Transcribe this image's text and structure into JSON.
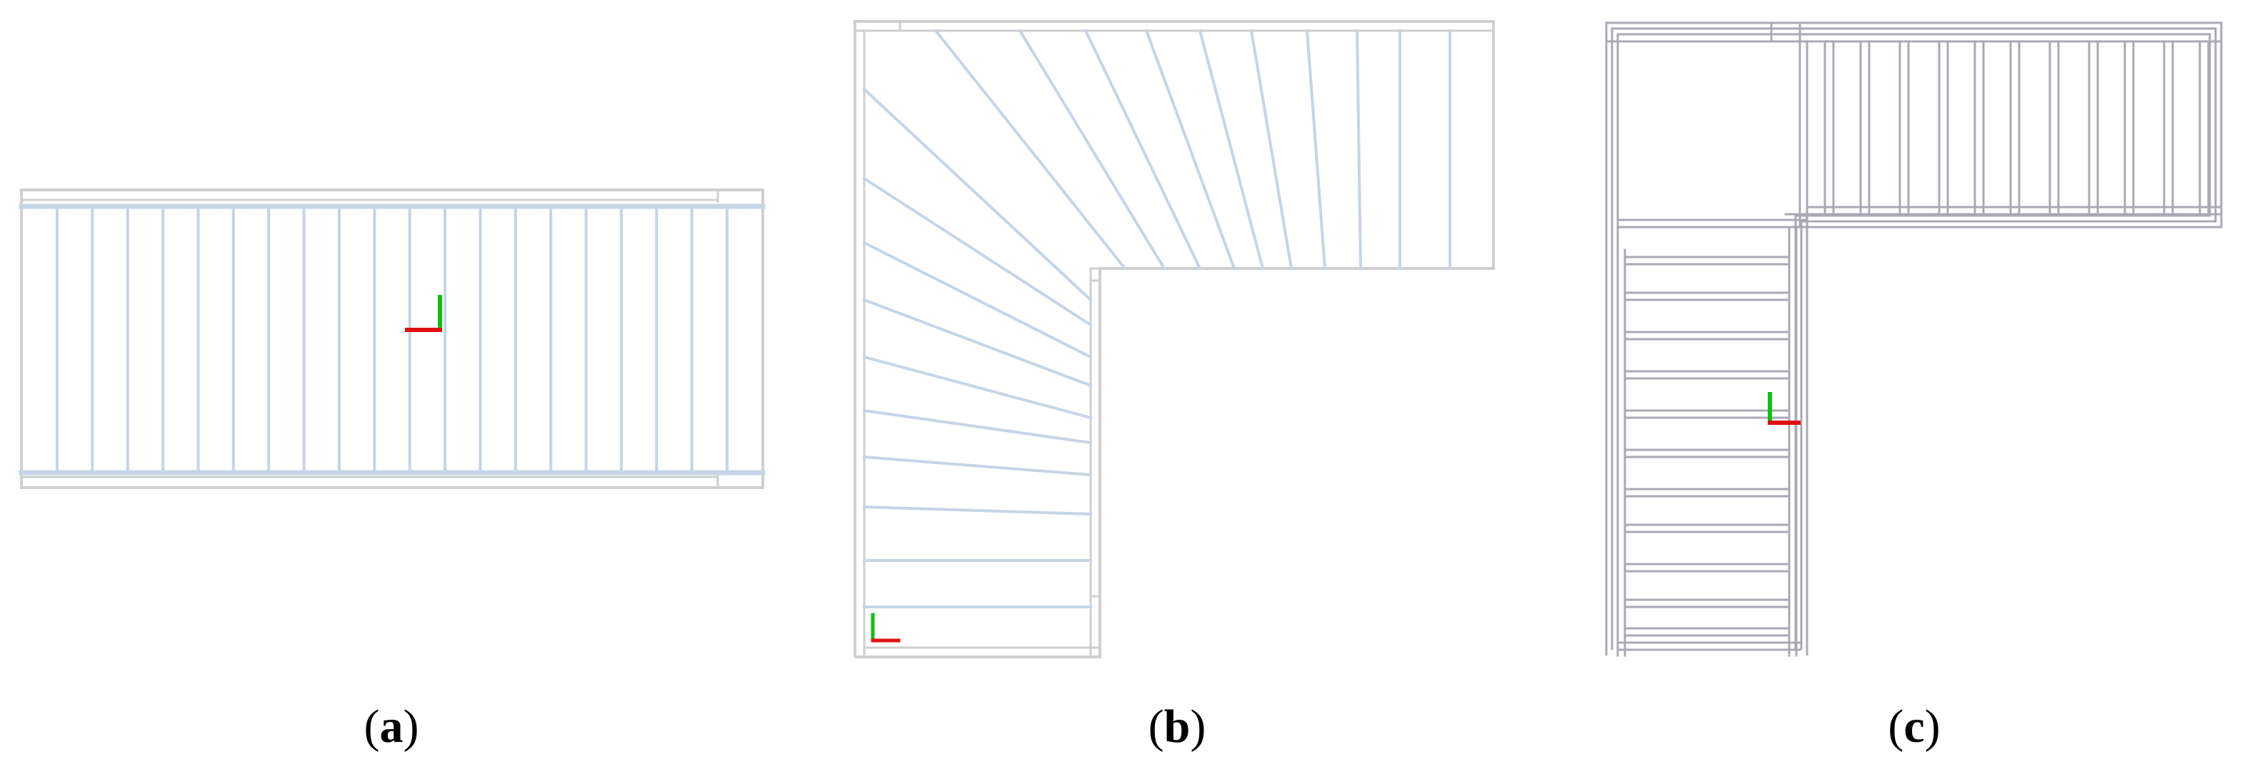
{
  "figure": {
    "panels": [
      {
        "id": "a",
        "label_open": "(",
        "label": "a",
        "label_close": ")",
        "stair_type": "straight",
        "treads": 20
      },
      {
        "id": "b",
        "label_open": "(",
        "label": "b",
        "label_close": ")",
        "stair_type": "quarter-turn winder",
        "treads": 20
      },
      {
        "id": "c",
        "label_open": "(",
        "label": "c",
        "label_close": ")",
        "stair_type": "quarter-turn with landing",
        "treads_lower": 11,
        "treads_upper": 11
      }
    ],
    "colors": {
      "frame": "#cfcfcf",
      "tread": "#c6d4e6",
      "structure": "#a9a9b4",
      "axis_x": "#e01010",
      "axis_y": "#10c010"
    }
  }
}
